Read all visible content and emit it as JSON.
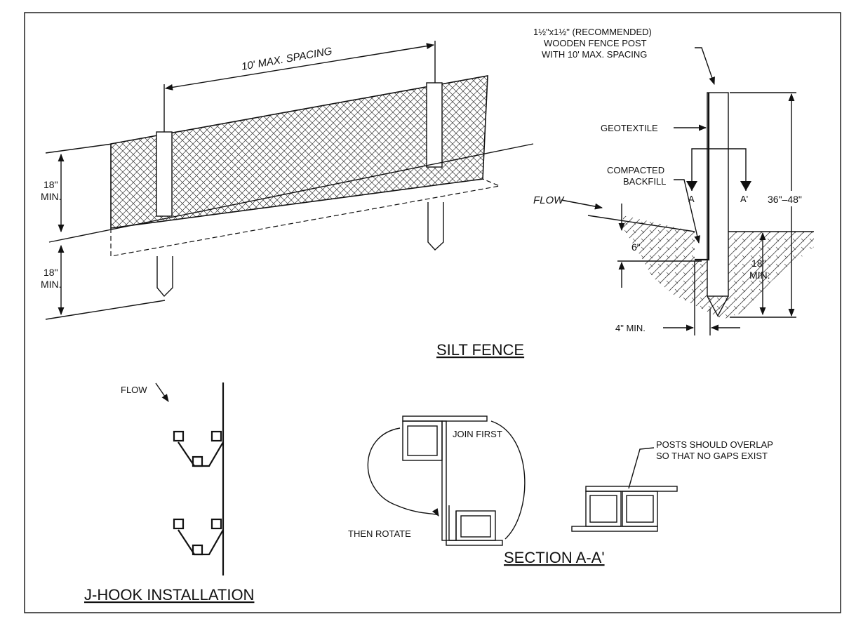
{
  "silt_fence": {
    "title": "SILT FENCE",
    "spacing_label": "10' MAX. SPACING",
    "height_above": [
      "18\"",
      "MIN."
    ],
    "depth_below": [
      "18\"",
      "MIN."
    ]
  },
  "section_callouts": {
    "post_note": [
      "1½\"x1½\" (RECOMMENDED)",
      "WOODEN FENCE POST",
      "WITH 10' MAX. SPACING"
    ],
    "geotextile": "GEOTEXTILE",
    "backfill": [
      "COMPACTED",
      "BACKFILL"
    ],
    "flow": "FLOW",
    "cut_a": "A",
    "cut_a_prime": "A'",
    "total_height": "36\"–48\"",
    "trench_depth": "6\"",
    "embed_depth": [
      "18\"",
      "MIN."
    ],
    "trench_width": "4\" MIN."
  },
  "j_hook": {
    "title": "J-HOOK INSTALLATION",
    "flow": "FLOW"
  },
  "section_aa": {
    "title": "SECTION A-A'",
    "join_first": "JOIN FIRST",
    "then_rotate": "THEN ROTATE",
    "overlap_note": [
      "POSTS SHOULD  OVERLAP",
      "SO THAT NO GAPS EXIST"
    ]
  }
}
